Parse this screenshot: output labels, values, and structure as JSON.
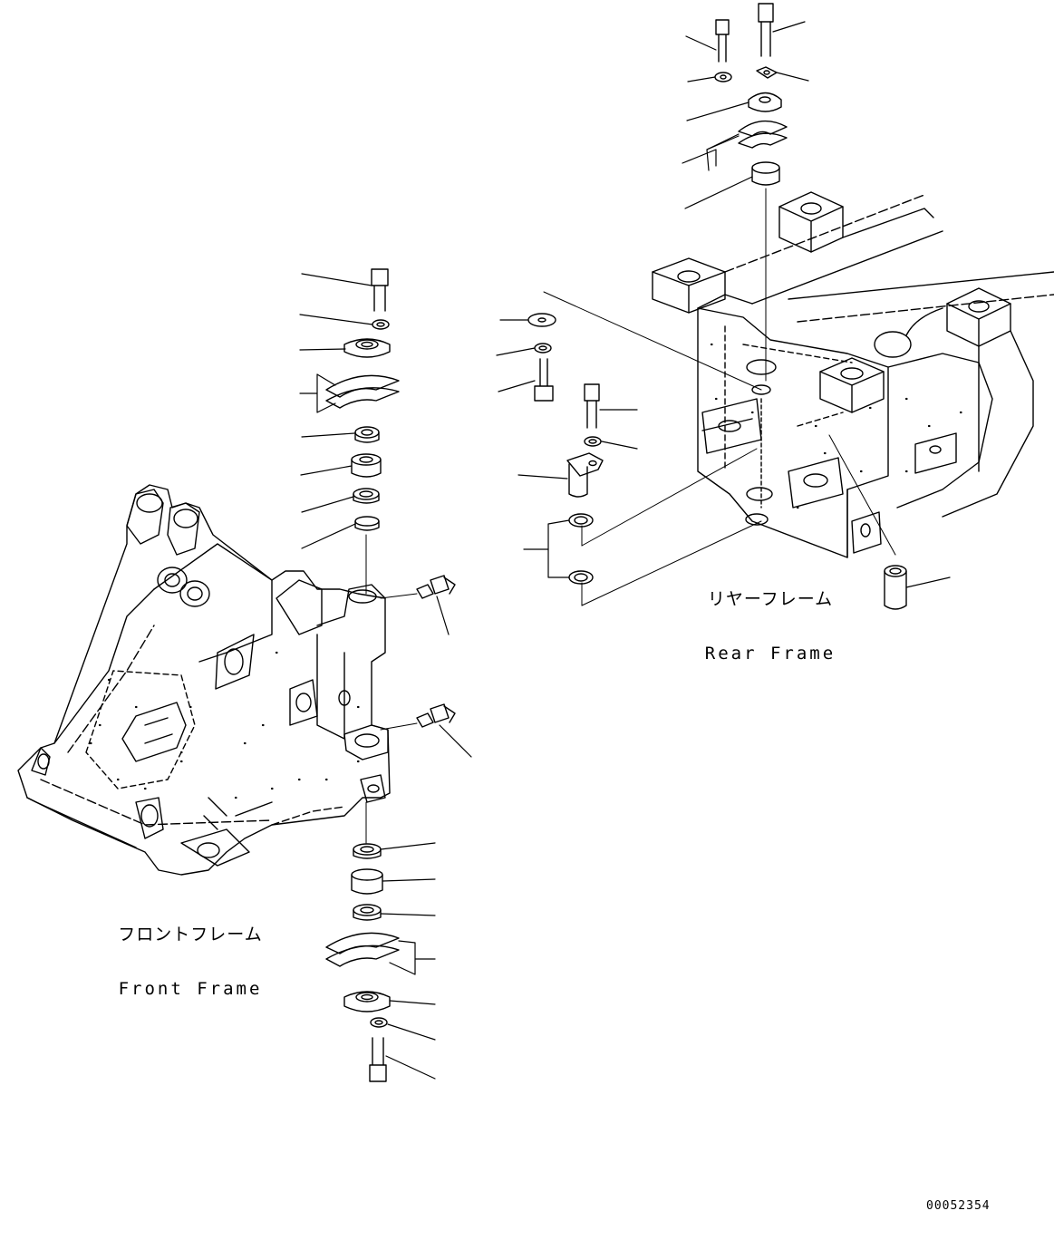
{
  "labels": {
    "front_frame_jp": "フロントフレーム",
    "front_frame_en": "Front Frame",
    "rear_frame_jp": "リヤーフレーム",
    "rear_frame_en": "Rear Frame"
  },
  "document_number": "00052354",
  "colors": {
    "line": "#000000",
    "background": "#ffffff"
  }
}
